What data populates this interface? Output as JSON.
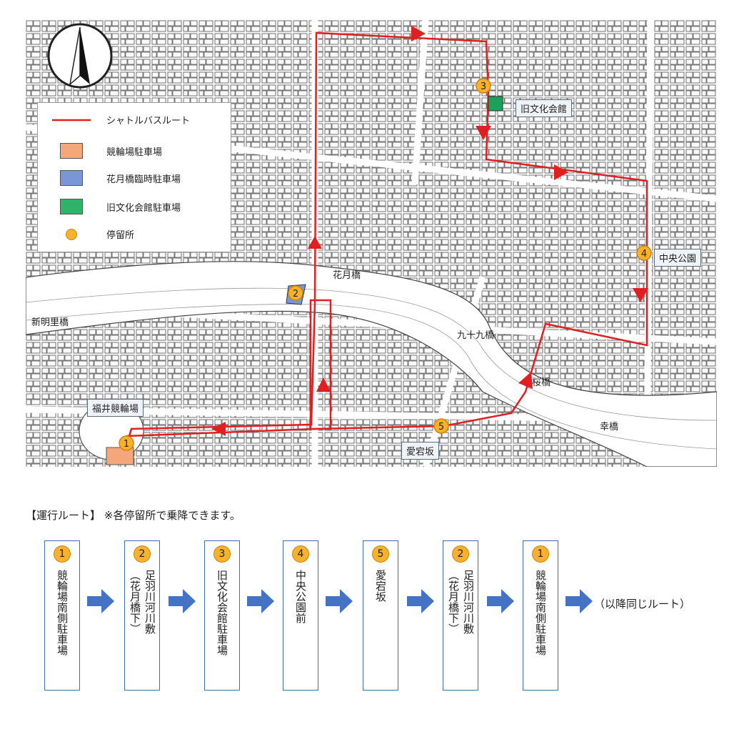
{
  "map": {
    "labels": {
      "kyu_bunka": "旧文化会館",
      "chuo_koen": "中央公園",
      "hanazuki_bashi": "花月橋",
      "shin_meiri_bashi": "新明里橋",
      "kujuku_bashi": "九十九橋",
      "sakura_bashi": "桜橋",
      "saiwai_bashi": "幸橋",
      "fukui_keirinjo": "福井競輪場",
      "atago_zaka": "愛宕坂"
    },
    "stops": [
      "1",
      "2",
      "3",
      "4",
      "5"
    ]
  },
  "legend": {
    "route": "シャトルバスルート",
    "keirin_parking": "競輪場駐車場",
    "hanazuki_parking": "花月橋臨時駐車場",
    "bunka_parking": "旧文化会館駐車場",
    "bus_stop": "停留所"
  },
  "colors": {
    "route": "#e02020",
    "keirin_parking": "#f4a77a",
    "hanazuki_parking": "#7b96d8",
    "bunka_parking": "#1fa05a",
    "stop": "#f7b22d",
    "flow_arrow": "#4472c4"
  },
  "schedule": {
    "heading": "【運行ルート】 ※各停留所で乗降できます。",
    "steps": [
      {
        "num": "1",
        "label": "競輪場南側駐車場"
      },
      {
        "num": "2",
        "label": "足羽川河川敷",
        "sub": "（花月橋下）"
      },
      {
        "num": "3",
        "label": "旧文化会館駐車場"
      },
      {
        "num": "4",
        "label": "中央公園前"
      },
      {
        "num": "5",
        "label": "愛宕坂"
      },
      {
        "num": "2",
        "label": "足羽川河川敷",
        "sub": "（花月橋下）"
      },
      {
        "num": "1",
        "label": "競輪場南側駐車場"
      }
    ],
    "tail": "（以降同じルート）"
  }
}
